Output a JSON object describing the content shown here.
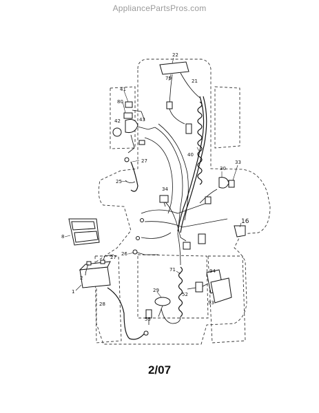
{
  "watermark": "AppliancePartsPros.com",
  "diagram_code": "2/07",
  "callouts": [
    {
      "id": "c22",
      "text": "22"
    },
    {
      "id": "c79",
      "text": "79"
    },
    {
      "id": "c21",
      "text": "21"
    },
    {
      "id": "c41",
      "text": "41"
    },
    {
      "id": "c80",
      "text": "80"
    },
    {
      "id": "c43",
      "text": "43"
    },
    {
      "id": "c42",
      "text": "42"
    },
    {
      "id": "c40",
      "text": "40"
    },
    {
      "id": "c27a",
      "text": "27"
    },
    {
      "id": "c25",
      "text": "25"
    },
    {
      "id": "c30",
      "text": "30"
    },
    {
      "id": "c33",
      "text": "33"
    },
    {
      "id": "c34",
      "text": "34"
    },
    {
      "id": "c16",
      "text": "16"
    },
    {
      "id": "c8",
      "text": "8"
    },
    {
      "id": "c26",
      "text": "26"
    },
    {
      "id": "c27b",
      "text": "27"
    },
    {
      "id": "c2",
      "text": "2"
    },
    {
      "id": "c1",
      "text": "1"
    },
    {
      "id": "c71",
      "text": "71"
    },
    {
      "id": "c29",
      "text": "29"
    },
    {
      "id": "c52",
      "text": "52"
    },
    {
      "id": "c94",
      "text": "94"
    },
    {
      "id": "c93",
      "text": "93"
    },
    {
      "id": "c55",
      "text": "55"
    },
    {
      "id": "c28",
      "text": "28"
    }
  ]
}
